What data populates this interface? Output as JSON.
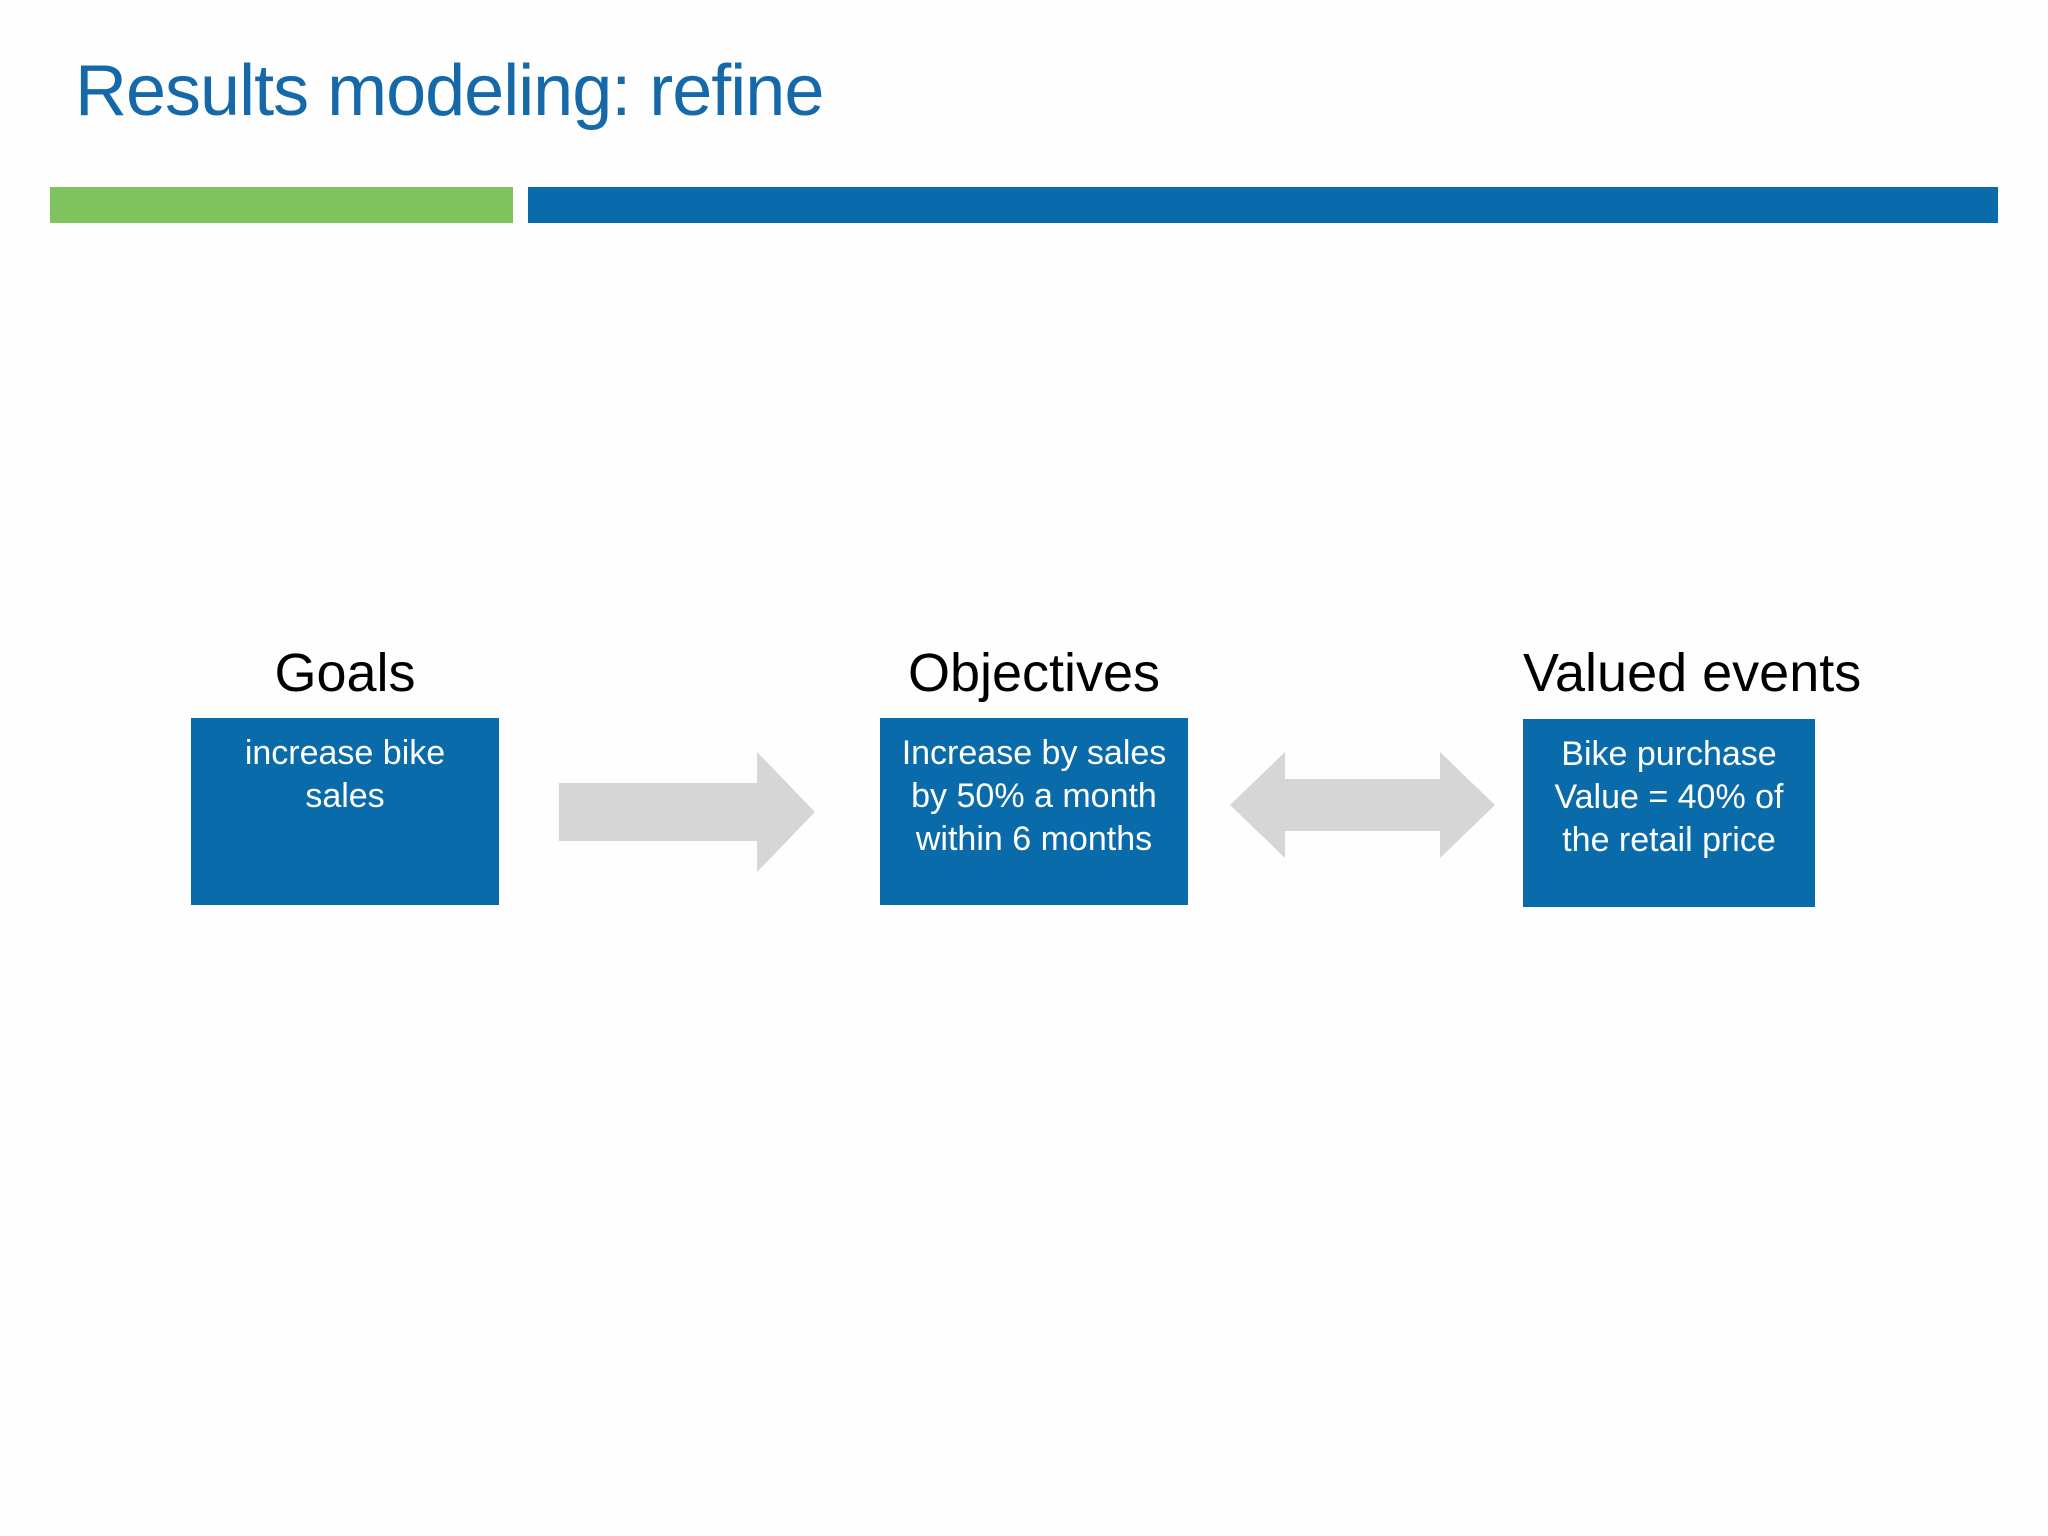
{
  "slide": {
    "title": "Results modeling: refine",
    "columns": [
      {
        "heading": "Goals",
        "box_text": "increase bike\nsales"
      },
      {
        "heading": "Objectives",
        "box_text": "Increase by sales\nby 50% a month\nwithin 6 months"
      },
      {
        "heading": "Valued events",
        "box_text": "Bike purchase\nValue = 40% of\nthe retail price"
      }
    ],
    "arrows": [
      {
        "name": "right-arrow",
        "direction": "right"
      },
      {
        "name": "double-arrow",
        "direction": "both"
      }
    ]
  },
  "colors": {
    "title_blue": "#1569A8",
    "bar_green": "#7EC35E",
    "bar_blue": "#0A6BAB",
    "box_blue": "#0A6BAB",
    "heading_text": "#000000",
    "box_text": "#FFFFFF",
    "arrow_gray": "#D6D6D6",
    "background": "#FEFEFE"
  }
}
